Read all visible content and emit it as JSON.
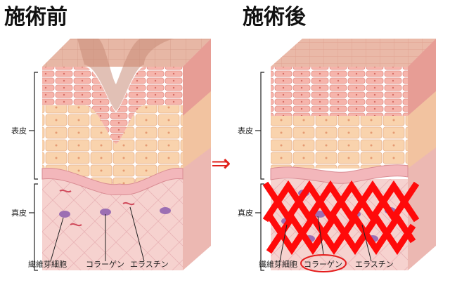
{
  "before": {
    "title": "施術前",
    "labels": {
      "epidermis": "表皮",
      "dermis": "真皮",
      "fibroblast": "繊維芽細胞",
      "collagen": "コラーゲン",
      "elastin": "エラスチン"
    }
  },
  "after": {
    "title": "施術後",
    "labels": {
      "epidermis": "表皮",
      "dermis": "真皮",
      "fibroblast": "繊維芽細胞",
      "collagen": "コラーゲン",
      "elastin": "エラスチン"
    }
  },
  "arrow_glyph": "⇒",
  "colors": {
    "skin_surface": "#e7b7a5",
    "epidermis_top": "#f0a9a0",
    "epidermis_mid": "#f6c9a6",
    "basal_layer": "#f3b7bb",
    "dermis": "#f6d2cf",
    "dermis_side": "#ecb8b2",
    "fibroblast": "#9c6fb3",
    "collagen_mesh": "#ff0a0a",
    "highlight_ring": "#e41b1b"
  }
}
